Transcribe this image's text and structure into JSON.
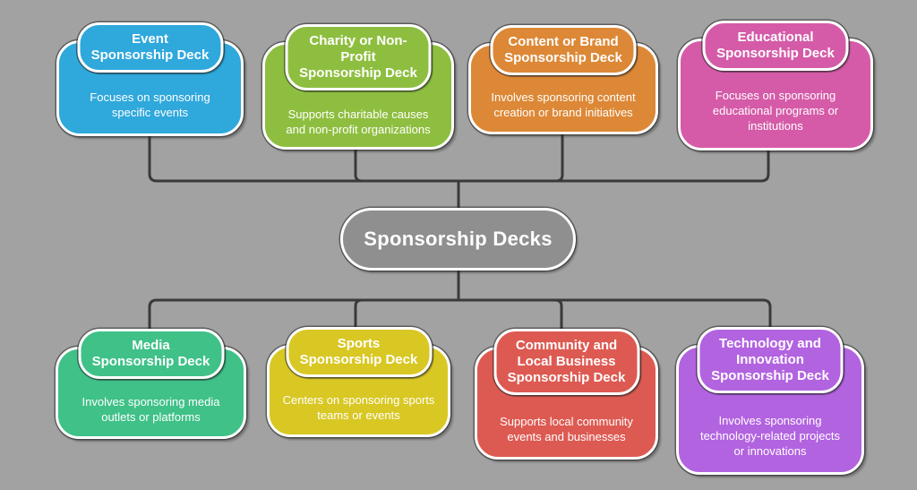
{
  "canvas": {
    "background": "#a2a2a2",
    "connector_color": "#3a3a3a",
    "border_color": "#ffffff"
  },
  "center_node": {
    "label": "Sponsorship Decks",
    "color": "#8f8f8f"
  },
  "nodes": [
    {
      "id": "event",
      "title": "Event\nSponsorship Deck",
      "description": "Focuses on sponsoring\nspecific events",
      "color": "#2fa8dc"
    },
    {
      "id": "charity-non-profit",
      "title": "Charity or Non-\nProfit\nSponsorship Deck",
      "description": "Supports charitable causes\nand non-profit organizations",
      "color": "#8ebe3f"
    },
    {
      "id": "content-brand",
      "title": "Content or Brand\nSponsorship Deck",
      "description": "Involves sponsoring content\ncreation or brand initiatives",
      "color": "#dd8836"
    },
    {
      "id": "educational",
      "title": "Educational\nSponsorship Deck",
      "description": "Focuses on sponsoring\neducational programs or\ninstitutions",
      "color": "#d55ba8"
    },
    {
      "id": "media",
      "title": "Media\nSponsorship Deck",
      "description": "Involves sponsoring media\noutlets or platforms",
      "color": "#3fc188"
    },
    {
      "id": "sports",
      "title": "Sports\nSponsorship Deck",
      "description": "Centers on sponsoring sports\nteams or events",
      "color": "#d9c724"
    },
    {
      "id": "community-local-business",
      "title": "Community and\nLocal Business\nSponsorship Deck",
      "description": "Supports local community\nevents and businesses",
      "color": "#dd5a52"
    },
    {
      "id": "technology-innovation",
      "title": "Technology and\nInnovation\nSponsorship Deck",
      "description": "Involves sponsoring\ntechnology-related projects\nor innovations",
      "color": "#b263e0"
    }
  ]
}
